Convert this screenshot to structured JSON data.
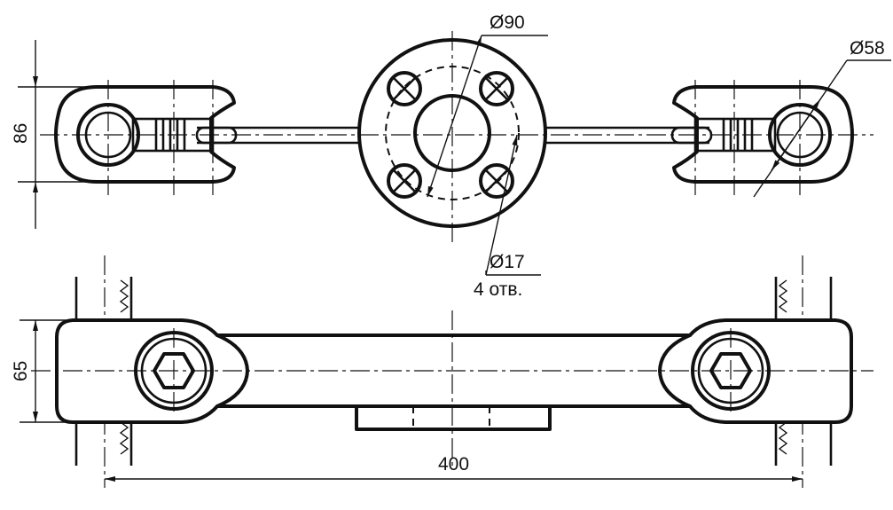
{
  "dimensions": {
    "outer_diameter": "Ø90",
    "clamp_diameter": "Ø58",
    "hole_diameter": "Ø17",
    "hole_count": "4 отв.",
    "top_height": "86",
    "bottom_height": "65",
    "overall_length": "400"
  }
}
